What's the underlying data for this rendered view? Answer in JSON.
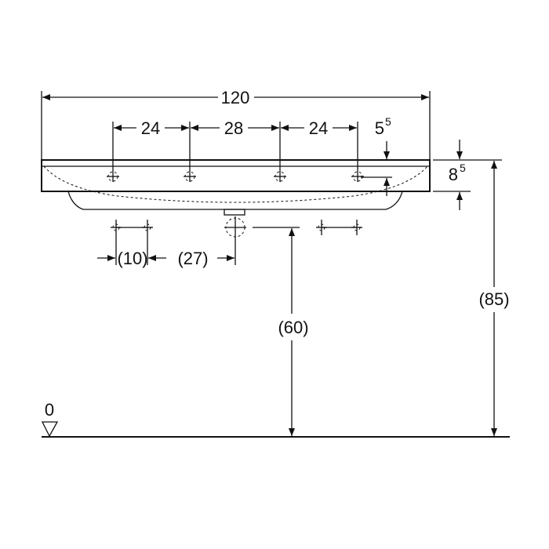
{
  "dimensions": {
    "overall_width": "120",
    "tap_spacing_left": "24",
    "tap_spacing_middle": "28",
    "tap_spacing_right": "24",
    "rim_offset": {
      "base": "5",
      "sup": "5"
    },
    "rim_height": {
      "base": "8",
      "sup": "5"
    },
    "supply_spacing": "(10)",
    "drain_offset": "(27)",
    "drain_height": "(60)",
    "rim_floor_height": "(85)",
    "floor_level": "0"
  }
}
